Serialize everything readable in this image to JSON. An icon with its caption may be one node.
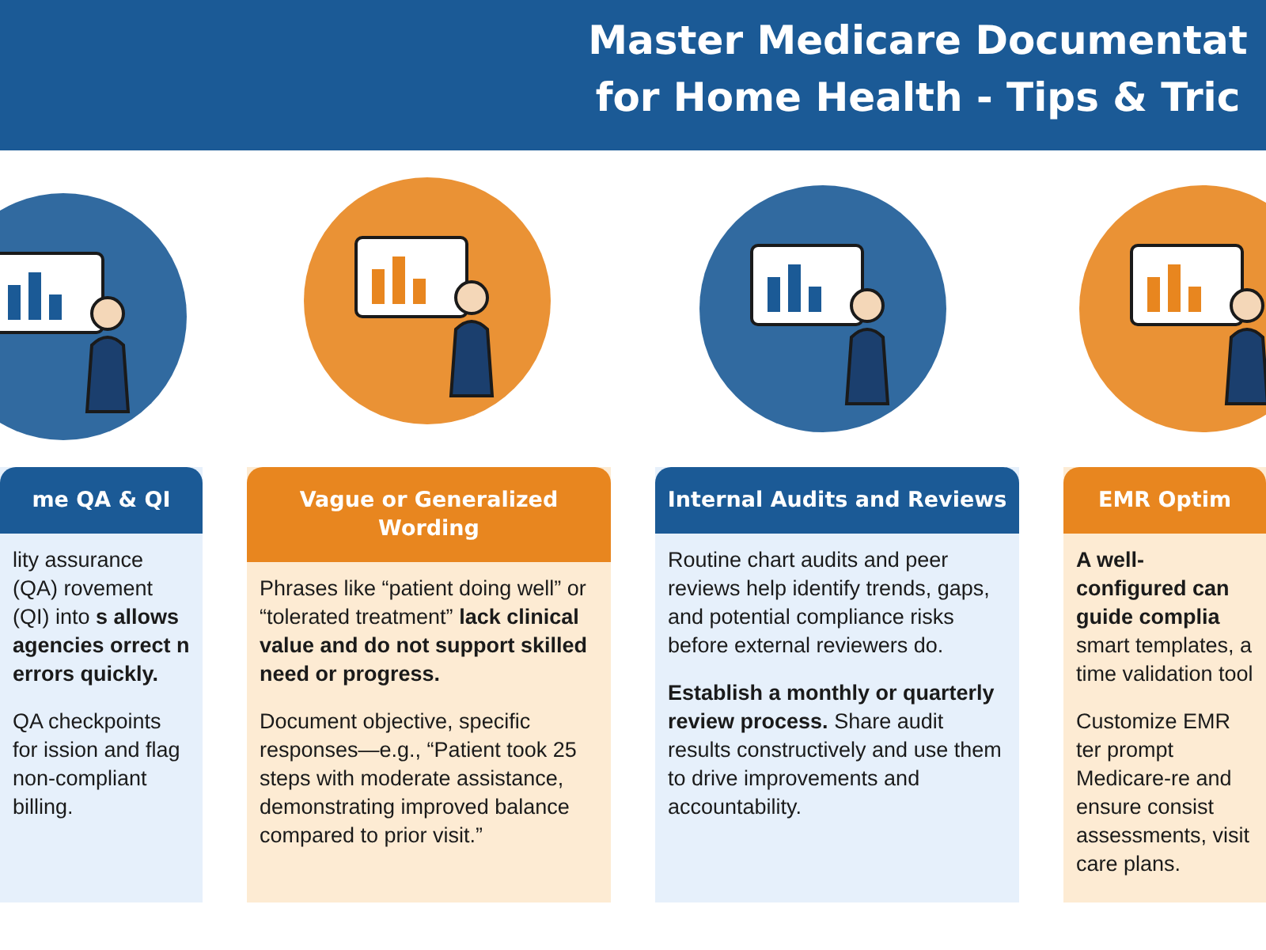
{
  "diagram": {
    "title": "Master Medicare Documentat for Home Health - Tips & Tric",
    "nodes": [
      {
        "text": [
          "me QA & QI",
          "lity assurance (QA) rovement (QI) into **s allows agencies orrect n errors quickly.**",
          "QA checkpoints for ission and flag non-compliant billing."
        ]
      },
      {
        "text": [
          "Vague or Generalized Wording",
          "Phrases like “patient doing well” or “tolerated treatment” **lack clinical value and do not support skilled need or progress.**",
          "Document objective, specific responses—e.g., “Patient took 25 steps with moderate assistance, demonstrating improved balance compared to prior visit.”"
        ]
      },
      {
        "text": [
          "Internal Audits and Reviews",
          "Routine chart audits and peer reviews help identify trends, gaps, and potential compliance risks before external reviewers do.",
          "**Establish a monthly or quarterly review process.** Share audit results constructively and use them to drive improvements and accountability."
        ]
      },
      {
        "text": [
          "EMR Optim",
          "**A well-configured can guide complia** smart templates, a time validation tool",
          "Customize EMR ter prompt Medicare-re and ensure consist assessments, visit care plans."
        ]
      }
    ]
  }
}
